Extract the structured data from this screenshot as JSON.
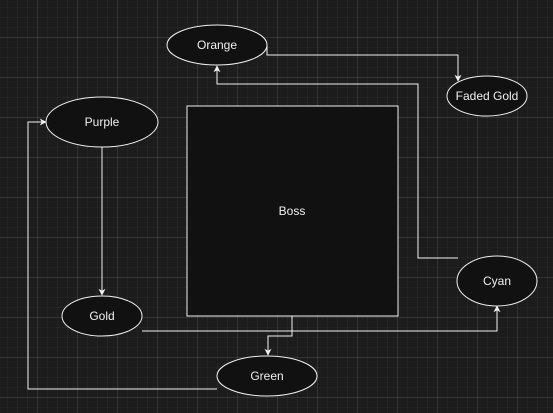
{
  "diagram": {
    "colors": {
      "background": "#1c1c1c",
      "stroke": "#f0f0f0",
      "fill": "#111111",
      "text": "#f0f0f0"
    },
    "nodes": {
      "boss": {
        "label": "Boss",
        "shape": "rectangle"
      },
      "orange": {
        "label": "Orange",
        "shape": "ellipse"
      },
      "faded_gold": {
        "label": "Faded Gold",
        "shape": "ellipse"
      },
      "purple": {
        "label": "Purple",
        "shape": "ellipse"
      },
      "gold": {
        "label": "Gold",
        "shape": "ellipse"
      },
      "green": {
        "label": "Green",
        "shape": "ellipse"
      },
      "cyan": {
        "label": "Cyan",
        "shape": "ellipse"
      }
    },
    "edges": [
      {
        "from": "Orange",
        "to": "Faded Gold"
      },
      {
        "from": "Purple",
        "to": "Gold"
      },
      {
        "from": "Gold",
        "to": "Cyan"
      },
      {
        "from": "Boss",
        "to": "Green"
      },
      {
        "from": "Green",
        "to": "Purple"
      },
      {
        "from": "Cyan",
        "to": "Orange"
      }
    ]
  }
}
